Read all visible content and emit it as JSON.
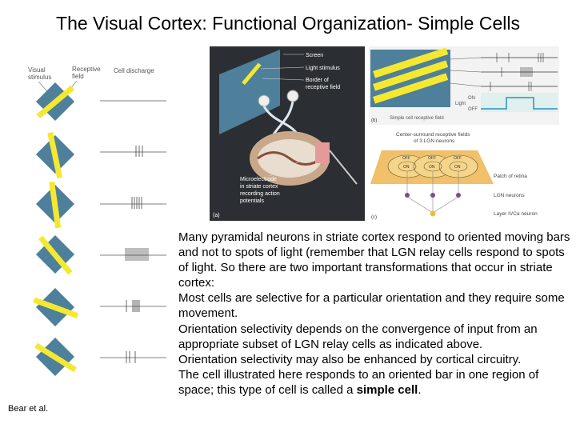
{
  "slide": {
    "title": "The Visual Cortex: Functional Organization- Simple Cells",
    "credit": "Bear et al."
  },
  "figure_left": {
    "label_visual_stimulus_l1": "Visual",
    "label_visual_stimulus_l2": "stimulus",
    "label_receptive_field_l1": "Receptive",
    "label_receptive_field_l2": "field",
    "label_cell_discharge": "Cell discharge"
  },
  "figure_a": {
    "label_screen": "Screen",
    "label_light_stimulus": "Light stimulus",
    "label_border_l1": "Border of",
    "label_border_l2": "receptive field",
    "label_micro_l1": "Microelectrode",
    "label_micro_l2": "in striate cortex",
    "label_micro_l3": "recording action",
    "label_micro_l4": "potentials",
    "panel": "(a)"
  },
  "figure_b": {
    "label_on": "ON",
    "label_light": "Light",
    "label_off": "OFF",
    "caption": "Simple cell receptive field",
    "panel": "(b)"
  },
  "figure_c": {
    "label_center_l1": "Center-surround receptive fields",
    "label_center_l2": "of 3 LGN neurons",
    "label_off_1": "OFF",
    "label_off_2": "OFF",
    "label_off_3": "OFF",
    "label_on_1": "ON",
    "label_on_2": "ON",
    "label_on_3": "ON",
    "label_patch": "Patch of retina",
    "label_lgn": "LGN neurons",
    "label_layer": "Layer IVCα neuron",
    "panel": "(c)"
  },
  "body": {
    "p1": "Many pyramidal neurons in striate cortex respond to oriented moving bars and not to spots of light (remember that LGN relay cells respond to spots of light. So there are two important transformations that occur in striate cortex:",
    "p2": "Most cells are selective for a particular orientation and they require some movement.",
    "p3": "Orientation selectivity depends on the convergence of input from an appropriate subset of LGN relay cells as indicated above.",
    "p4": "Orientation selectivity may also be enhanced by cortical circuitry.",
    "p5_before": "The cell illustrated here responds to an oriented bar in one region of space; this type of cell is called a ",
    "p5_bold": "simple cell",
    "p5_after": "."
  },
  "colors": {
    "rf_blue": "#4e7f9b",
    "bar_yellow": "#f5e830",
    "photo_bg": "#2b2f33",
    "retina_orange": "#f0c06a"
  }
}
